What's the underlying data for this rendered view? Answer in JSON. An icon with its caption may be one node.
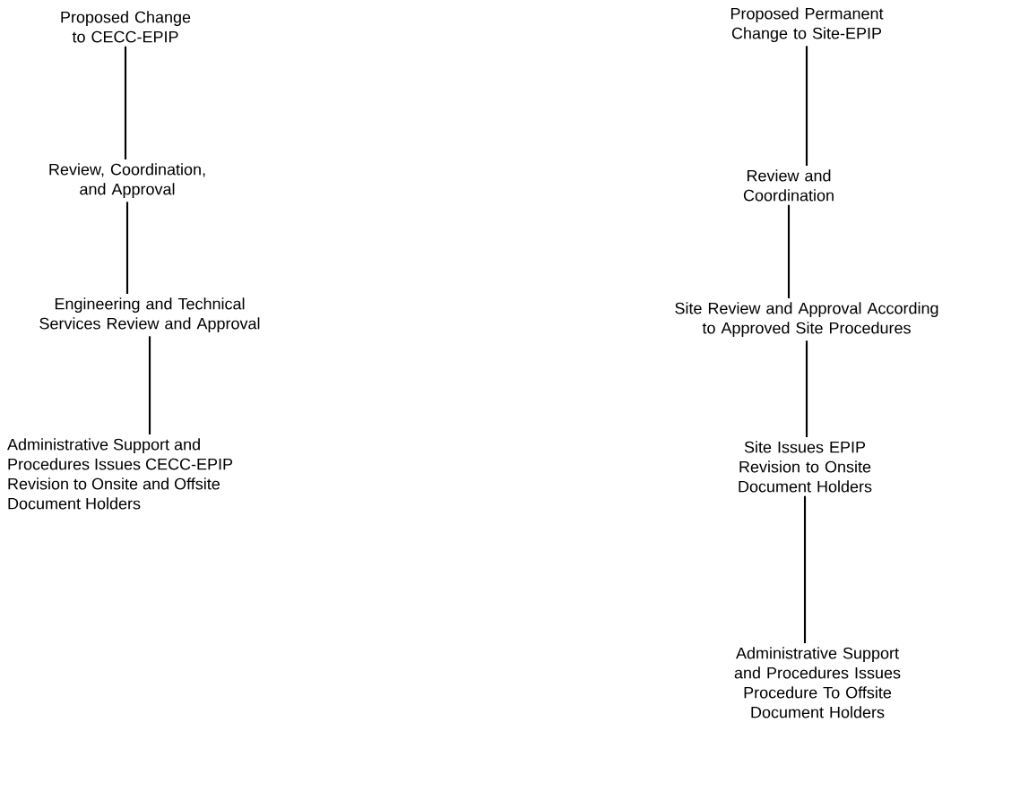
{
  "diagram": {
    "nodes": [
      {
        "text": [
          "Proposed Change to CECC-EPIP"
        ]
      },
      {
        "text": [
          "Review, Coordination, and Approval"
        ]
      },
      {
        "text": [
          "Engineering and Technical Services Review and Approval"
        ]
      },
      {
        "text": [
          "Administrative Support and Procedures Issues CECC-EPIP Revision to Onsite and Offsite Document Holders"
        ]
      },
      {
        "text": [
          "Proposed Permanent Change to Site-EPIP"
        ]
      },
      {
        "text": [
          "Review and Coordination"
        ]
      },
      {
        "text": [
          "Site Review and Approval According to Approved Site Procedures"
        ]
      },
      {
        "text": [
          "Site Issues EPIP Revision to Onsite Document Holders"
        ]
      },
      {
        "text": [
          "Administrative Support and Procedures Issues Procedure To Offsite Document Holders"
        ]
      }
    ],
    "edges": [
      {
        "from": 0,
        "to": 1,
        "arrow": "none"
      },
      {
        "from": 1,
        "to": 2,
        "arrow": "none"
      },
      {
        "from": 2,
        "to": 3,
        "arrow": "none"
      },
      {
        "from": 4,
        "to": 5,
        "arrow": "none"
      },
      {
        "from": 5,
        "to": 6,
        "arrow": "none"
      },
      {
        "from": 6,
        "to": 7,
        "arrow": "none"
      },
      {
        "from": 7,
        "to": 8,
        "arrow": "none"
      }
    ]
  }
}
